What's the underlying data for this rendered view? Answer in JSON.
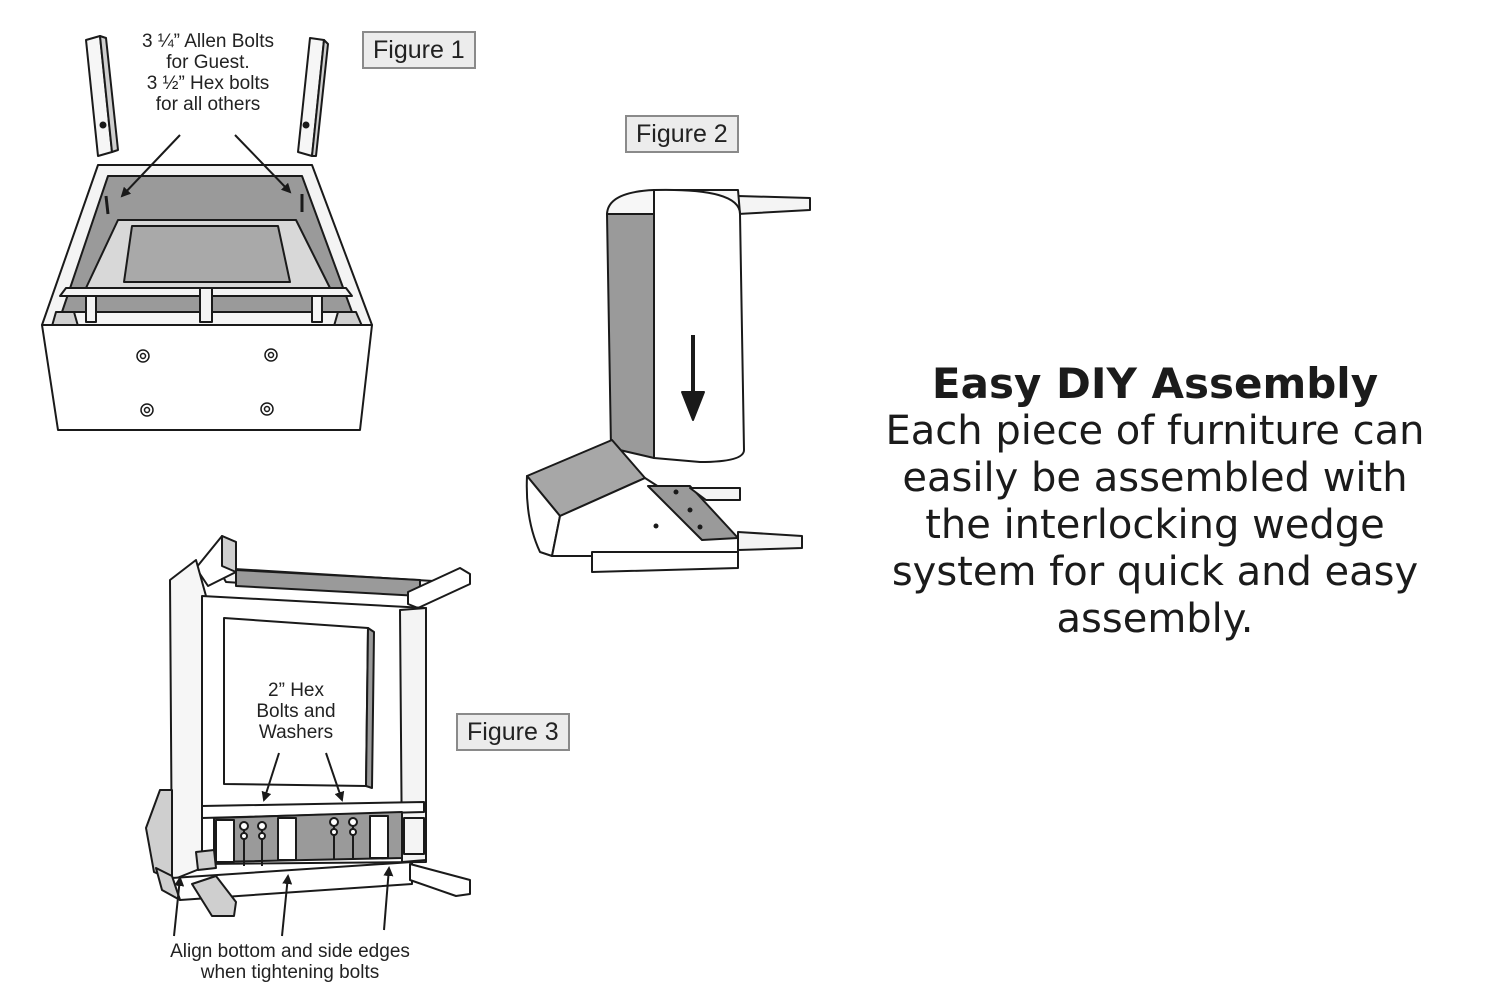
{
  "figures": {
    "fig1": {
      "label": "Figure 1",
      "callout": [
        "3 ¼” Allen Bolts",
        "for Guest.",
        "3 ½” Hex bolts",
        "for all others"
      ]
    },
    "fig2": {
      "label": "Figure 2"
    },
    "fig3": {
      "label": "Figure 3",
      "callout": [
        "2” Hex",
        "Bolts and",
        "Washers"
      ],
      "bottom_note": [
        "Align bottom and side edges",
        "when tightening bolts"
      ]
    }
  },
  "description": {
    "title": "Easy DIY Assembly",
    "body_lines": [
      "Each piece of furniture can",
      "easily be assembled with",
      "the interlocking wedge",
      "system for quick and easy",
      "assembly."
    ]
  },
  "colors": {
    "outline": "#1a1a1a",
    "shade": "#9a9a9a",
    "light": "#f4f4f4",
    "label_bg": "#ececec"
  }
}
